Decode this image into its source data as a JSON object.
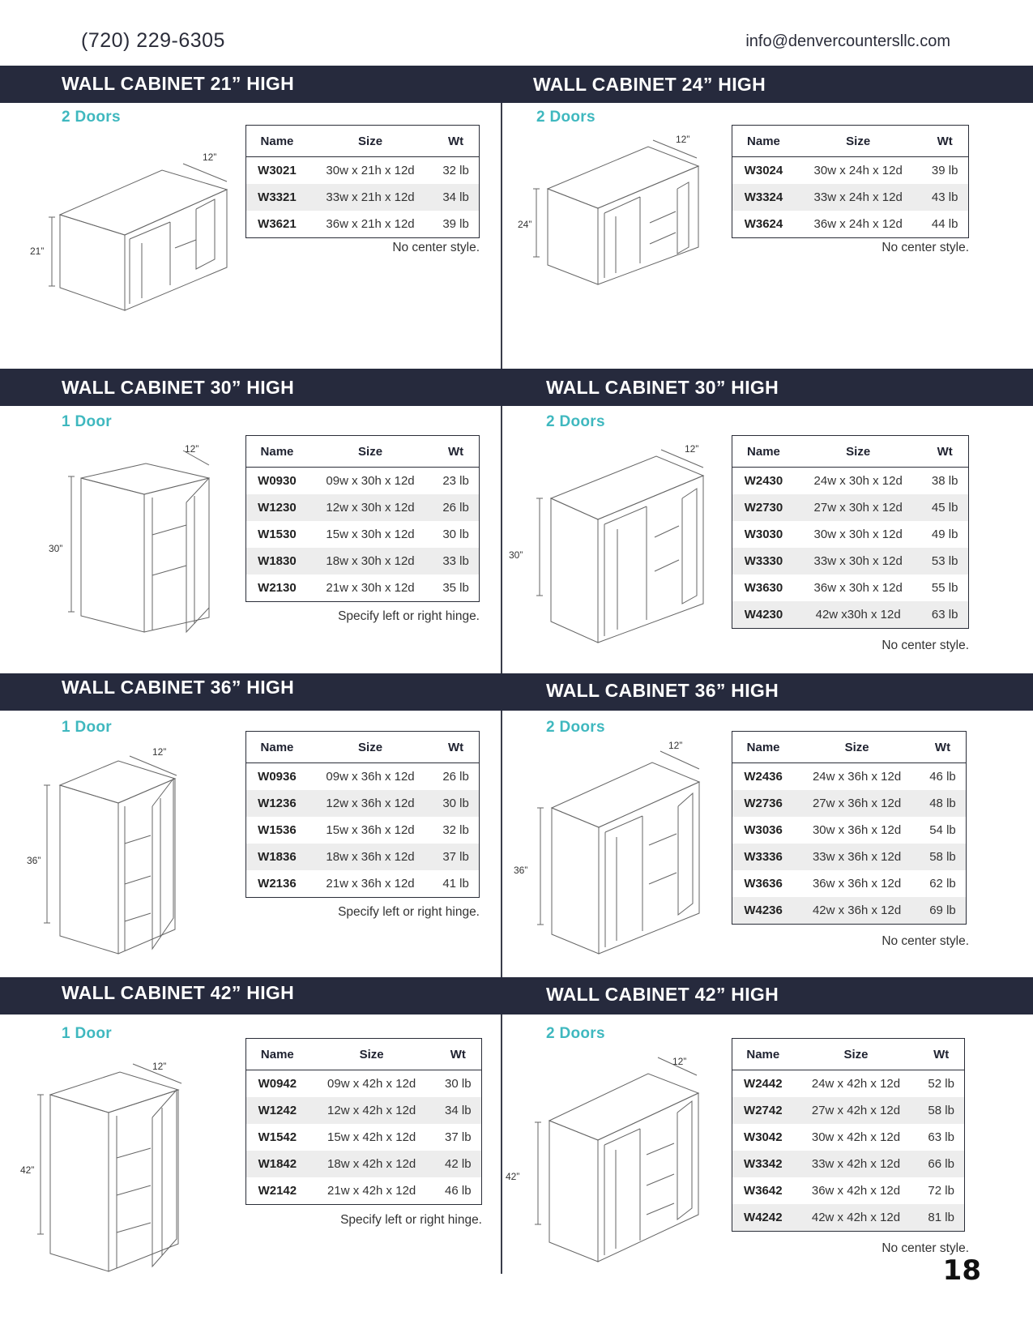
{
  "header": {
    "phone": "(720) 229-6305",
    "email": "info@denvercountersllc.com"
  },
  "page_number": "18",
  "columns": [
    "Name",
    "Size",
    "Wt"
  ],
  "sections": [
    {
      "title": "WALL CABINET 21” HIGH",
      "doors": "2 Doors",
      "depth_label": "12”",
      "height_label": "21”",
      "note": "No center style.",
      "rows": [
        [
          "W3021",
          "30w x 21h x 12d",
          "32 lb"
        ],
        [
          "W3321",
          "33w x 21h x 12d",
          "34 lb"
        ],
        [
          "W3621",
          "36w x 21h x 12d",
          "39 lb"
        ]
      ]
    },
    {
      "title": "WALL CABINET 24” HIGH",
      "doors": "2 Doors",
      "depth_label": "12”",
      "height_label": "24”",
      "note": "No center style.",
      "rows": [
        [
          "W3024",
          "30w x 24h x 12d",
          "39 lb"
        ],
        [
          "W3324",
          "33w x 24h x 12d",
          "43 lb"
        ],
        [
          "W3624",
          "36w x 24h x 12d",
          "44 lb"
        ]
      ]
    },
    {
      "title": "WALL CABINET 30” HIGH",
      "doors": "1 Door",
      "depth_label": "12”",
      "height_label": "30”",
      "note": "Specify left or right hinge.",
      "rows": [
        [
          "W0930",
          "09w x 30h x 12d",
          "23 lb"
        ],
        [
          "W1230",
          "12w x 30h x 12d",
          "26 lb"
        ],
        [
          "W1530",
          "15w x 30h x 12d",
          "30 lb"
        ],
        [
          "W1830",
          "18w x 30h x 12d",
          "33 lb"
        ],
        [
          "W2130",
          "21w x 30h x 12d",
          "35 lb"
        ]
      ]
    },
    {
      "title": "WALL CABINET 30” HIGH",
      "doors": "2 Doors",
      "depth_label": "12”",
      "height_label": "30”",
      "note": "No center style.",
      "rows": [
        [
          "W2430",
          "24w x 30h x 12d",
          "38 lb"
        ],
        [
          "W2730",
          "27w x 30h x 12d",
          "45 lb"
        ],
        [
          "W3030",
          "30w x 30h x 12d",
          "49 lb"
        ],
        [
          "W3330",
          "33w x 30h x 12d",
          "53 lb"
        ],
        [
          "W3630",
          "36w x 30h x 12d",
          "55 lb"
        ],
        [
          "W4230",
          "42w x30h x 12d",
          "63 lb"
        ]
      ]
    },
    {
      "title": "WALL CABINET 36” HIGH",
      "doors": "1 Door",
      "depth_label": "12”",
      "height_label": "36”",
      "note": "Specify left or right hinge.",
      "rows": [
        [
          "W0936",
          "09w x 36h x 12d",
          "26 lb"
        ],
        [
          "W1236",
          "12w x 36h x 12d",
          "30 lb"
        ],
        [
          "W1536",
          "15w x 36h x 12d",
          "32 lb"
        ],
        [
          "W1836",
          "18w x 36h x 12d",
          "37 lb"
        ],
        [
          "W2136",
          "21w x 36h x 12d",
          "41 lb"
        ]
      ]
    },
    {
      "title": "WALL CABINET 36” HIGH",
      "doors": "2 Doors",
      "depth_label": "12”",
      "height_label": "36”",
      "note": "No center style.",
      "rows": [
        [
          "W2436",
          "24w x 36h x 12d",
          "46 lb"
        ],
        [
          "W2736",
          "27w x 36h x 12d",
          "48 lb"
        ],
        [
          "W3036",
          "30w x 36h x 12d",
          "54 lb"
        ],
        [
          "W3336",
          "33w x 36h x 12d",
          "58 lb"
        ],
        [
          "W3636",
          "36w x 36h x 12d",
          "62 lb"
        ],
        [
          "W4236",
          "42w x 36h x 12d",
          "69 lb"
        ]
      ]
    },
    {
      "title": "WALL CABINET 42” HIGH",
      "doors": "1 Door",
      "depth_label": "12”",
      "height_label": "42”",
      "note": "Specify left or right hinge.",
      "rows": [
        [
          "W0942",
          "09w x 42h x 12d",
          "30 lb"
        ],
        [
          "W1242",
          "12w x 42h x 12d",
          "34 lb"
        ],
        [
          "W1542",
          "15w x 42h x 12d",
          "37 lb"
        ],
        [
          "W1842",
          "18w x 42h x 12d",
          "42 lb"
        ],
        [
          "W2142",
          "21w x 42h x 12d",
          "46 lb"
        ]
      ]
    },
    {
      "title": "WALL CABINET 42” HIGH",
      "doors": "2 Doors",
      "depth_label": "12”",
      "height_label": "42”",
      "note": "No center style.",
      "rows": [
        [
          "W2442",
          "24w x 42h x 12d",
          "52 lb"
        ],
        [
          "W2742",
          "27w x 42h x 12d",
          "58 lb"
        ],
        [
          "W3042",
          "30w x 42h x 12d",
          "63 lb"
        ],
        [
          "W3342",
          "33w x 42h x 12d",
          "66 lb"
        ],
        [
          "W3642",
          "36w x 42h x 12d",
          "72 lb"
        ],
        [
          "W4242",
          "42w x 42h x 12d",
          "81 lb"
        ]
      ]
    }
  ]
}
